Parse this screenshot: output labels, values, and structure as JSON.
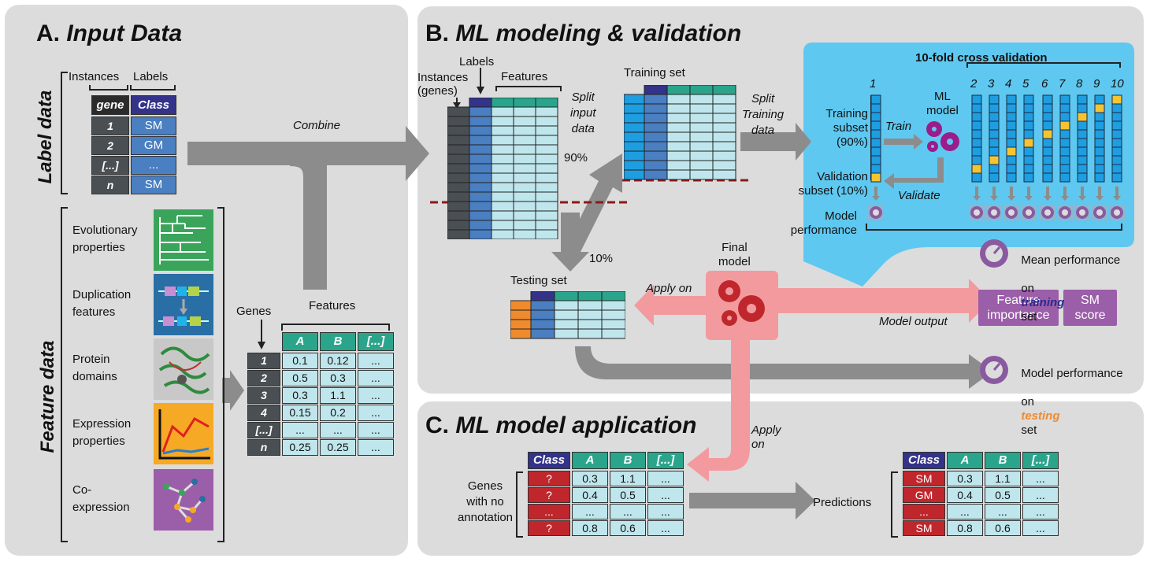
{
  "panels": {
    "a": {
      "letter": "A.",
      "title": "Input Data"
    },
    "b": {
      "letter": "B.",
      "title": "ML modeling & validation"
    },
    "c": {
      "letter": "C.",
      "title": "ML model application"
    }
  },
  "label_data": {
    "side_label": "Label data",
    "instances": "Instances",
    "labels": "Labels",
    "header": [
      "gene",
      "Class"
    ],
    "rows": [
      [
        "1",
        "SM"
      ],
      [
        "2",
        "GM"
      ],
      [
        "[...]",
        "..."
      ],
      [
        "n",
        "SM"
      ]
    ]
  },
  "feature_data": {
    "side_label": "Feature data",
    "items": [
      "Evolutionary\nproperties",
      "Duplication\nfeatures",
      "Protein\ndomains",
      "Expression\nproperties",
      "Co-\nexpression"
    ],
    "genes_label": "Genes",
    "features_label": "Features",
    "header": [
      "A",
      "B",
      "[...]"
    ],
    "rows": [
      [
        "1",
        "0.1",
        "0.12",
        "..."
      ],
      [
        "2",
        "0.5",
        "0.3",
        "..."
      ],
      [
        "3",
        "0.3",
        "1.1",
        "..."
      ],
      [
        "4",
        "0.15",
        "0.2",
        "..."
      ],
      [
        "[...]",
        "...",
        "...",
        "..."
      ],
      [
        "n",
        "0.25",
        "0.25",
        "..."
      ]
    ]
  },
  "combine": "Combine",
  "panel_b": {
    "labels": "Labels",
    "instances": "Instances\n(genes)",
    "features": "Features",
    "split_input": "Split\ninput\ndata",
    "pct_90": "90%",
    "pct_10": "10%",
    "training_set": "Training set",
    "split_training": "Split\nTraining\ndata",
    "testing_set": "Testing set",
    "final_model": "Final\nmodel",
    "apply_on": "Apply on",
    "model_output": "Model output",
    "feature_importance": "Feature\nimportance",
    "sm_score": "SM\nscore",
    "model_perf_testing_1": "Model performance",
    "model_perf_testing_2": "on",
    "model_perf_testing_3": "testing",
    "model_perf_testing_4": "set"
  },
  "cv": {
    "title": "10-fold cross validation",
    "fold_numbers": [
      "1",
      "2",
      "3",
      "4",
      "5",
      "6",
      "7",
      "8",
      "9",
      "10"
    ],
    "training_subset": "Training\nsubset\n(90%)",
    "validation_subset": "Validation\nsubset (10%)",
    "train": "Train",
    "validate": "Validate",
    "ml_model": "ML\nmodel",
    "model_performance": "Model\nperformance",
    "mean_perf_1": "Mean performance",
    "mean_perf_2": "on",
    "mean_perf_3": "training",
    "mean_perf_4": "set"
  },
  "panel_c": {
    "apply_on": "Apply\non",
    "genes_no_annot": "Genes\nwith no\nannotation",
    "predictions": "Predictions",
    "header": [
      "Class",
      "A",
      "B",
      "[...]"
    ],
    "input_rows": [
      [
        "?",
        "0.3",
        "1.1",
        "..."
      ],
      [
        "?",
        "0.4",
        "0.5",
        "..."
      ],
      [
        "...",
        "...",
        "...",
        "..."
      ],
      [
        "?",
        "0.8",
        "0.6",
        "..."
      ]
    ],
    "output_rows": [
      [
        "SM",
        "0.3",
        "1.1",
        "..."
      ],
      [
        "GM",
        "0.4",
        "0.5",
        "..."
      ],
      [
        "...",
        "...",
        "...",
        "..."
      ],
      [
        "SM",
        "0.8",
        "0.6",
        "..."
      ]
    ]
  },
  "colors": {
    "panel_bg": "#dcdcdc",
    "teal": "#2aa58c",
    "navy": "#33338a",
    "light_cyan": "#bfe6ec",
    "mid_blue": "#4a7fc1",
    "cv_blue": "#5ec8f0",
    "cv_bar": "#1e9ee0",
    "yellow": "#f5c431",
    "red": "#c0272d",
    "pink_arrow": "#f39a9e",
    "purple": "#9b5ea8",
    "orange": "#ef8a2e",
    "dark": "#4a4f54",
    "arrow_gray": "#8c8c8c"
  }
}
